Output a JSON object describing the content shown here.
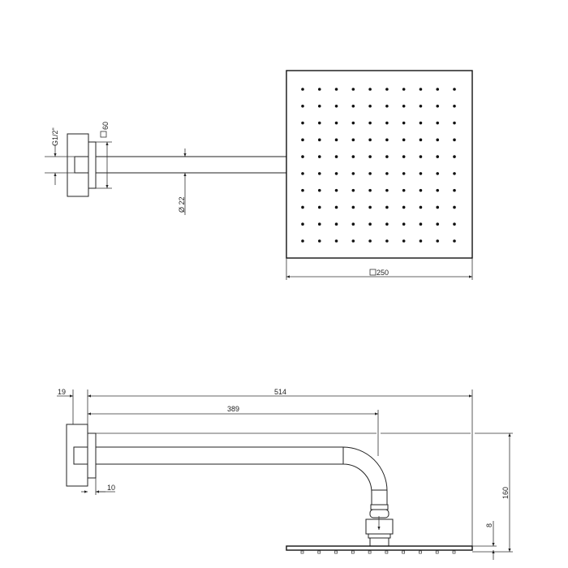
{
  "top_view": {
    "thread_label": "G1/2\"",
    "flange_label": "60",
    "pipe_diameter_label": "Ø 22",
    "head_size_label": "250",
    "nozzle_rows": 10,
    "nozzle_cols": 10
  },
  "side_view": {
    "wall_depth_label": "19",
    "total_length_label": "514",
    "arm_length_label": "389",
    "flange_thickness_label": "10",
    "drop_height_label": "160",
    "head_thickness_label": "8"
  }
}
